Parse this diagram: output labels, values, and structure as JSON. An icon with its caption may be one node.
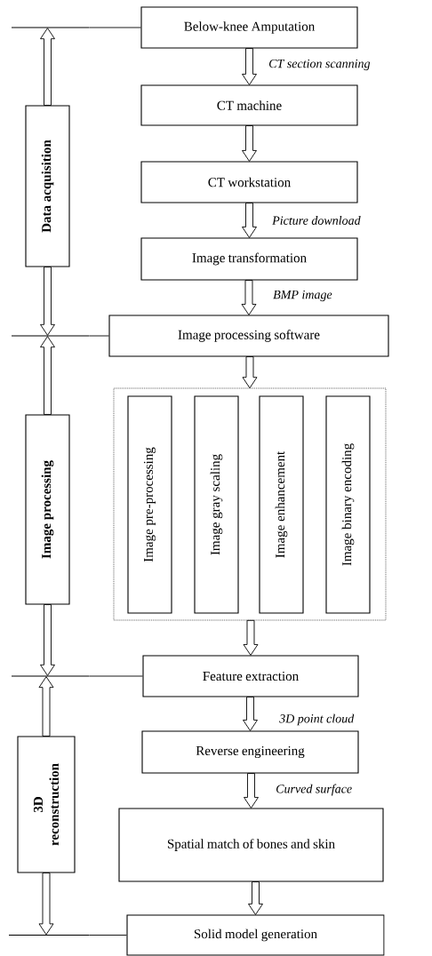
{
  "diagram": {
    "nodes": [
      {
        "text": [
          "Below-knee Amputation"
        ]
      },
      {
        "text": [
          "CT machine"
        ]
      },
      {
        "text": [
          "CT workstation"
        ]
      },
      {
        "text": [
          "Image transformation"
        ]
      },
      {
        "text": [
          "Image processing software"
        ]
      },
      {
        "text": [],
        "shape": "box"
      },
      {
        "text": [
          "Image pre-processing"
        ],
        "in": 5
      },
      {
        "text": [
          "Image gray scaling"
        ],
        "in": 5
      },
      {
        "text": [
          "Image enhancement"
        ],
        "in": 5
      },
      {
        "text": [
          "Image binary encoding"
        ],
        "in": 5
      },
      {
        "text": [
          "Feature extraction"
        ]
      },
      {
        "text": [
          "Reverse engineering"
        ]
      },
      {
        "text": [
          "Spatial match of bones and skin"
        ]
      },
      {
        "text": [
          "Solid model generation"
        ]
      },
      {
        "text": [
          "Data acquisition"
        ]
      },
      {
        "text": [
          "Image processing"
        ]
      },
      {
        "text": [
          "3D reconstruction"
        ]
      },
      {
        "text": [],
        "shape": "bar"
      },
      {
        "text": [],
        "shape": "bar"
      },
      {
        "text": [],
        "shape": "bar"
      },
      {
        "text": [],
        "shape": "bar"
      }
    ],
    "edges": [
      {
        "from": 0,
        "to": 1,
        "arrow": "to",
        "label": "CT section scanning"
      },
      {
        "from": 1,
        "to": 2,
        "arrow": "to"
      },
      {
        "from": 2,
        "to": 3,
        "arrow": "to",
        "label": "Picture download"
      },
      {
        "from": 3,
        "to": 4,
        "arrow": "to",
        "label": "BMP image"
      },
      {
        "from": 4,
        "to": 5,
        "arrow": "to"
      },
      {
        "from": 5,
        "to": 10,
        "arrow": "to"
      },
      {
        "from": 10,
        "to": 11,
        "arrow": "to",
        "label": "3D point cloud"
      },
      {
        "from": 11,
        "to": 12,
        "arrow": "to",
        "label": "Curved surface"
      },
      {
        "from": 12,
        "to": 13,
        "arrow": "to"
      },
      {
        "from": 14,
        "to": 17,
        "arrow": "to"
      },
      {
        "from": 14,
        "to": 18,
        "arrow": "to"
      },
      {
        "from": 15,
        "to": 18,
        "arrow": "to"
      },
      {
        "from": 15,
        "to": 19,
        "arrow": "to"
      },
      {
        "from": 16,
        "to": 19,
        "arrow": "to"
      },
      {
        "from": 16,
        "to": 20,
        "arrow": "to"
      },
      {
        "from": 17,
        "to": 0,
        "arrow": "none"
      },
      {
        "from": 18,
        "to": 4,
        "arrow": "none"
      },
      {
        "from": 19,
        "to": 10,
        "arrow": "none"
      },
      {
        "from": 20,
        "to": 13,
        "arrow": "none"
      }
    ]
  }
}
